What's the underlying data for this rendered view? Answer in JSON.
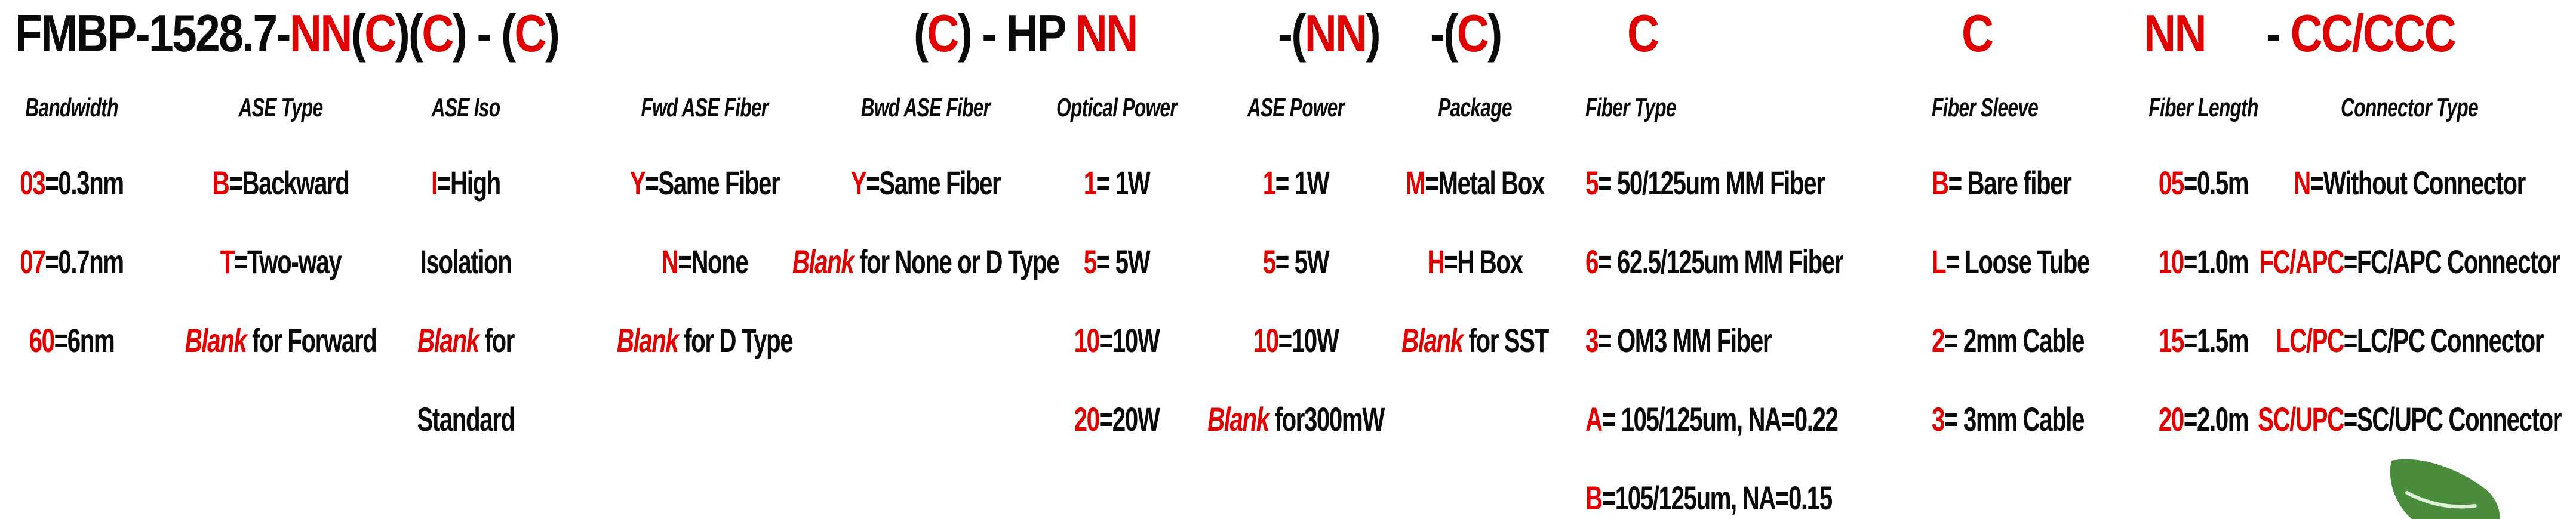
{
  "accent_color": "#e00000",
  "text_color": "#0a0a0a",
  "part_number": {
    "groups": [
      {
        "name": "base",
        "segments": [
          {
            "t": "FMBP-1528.7-"
          },
          {
            "t": "NN",
            "c": "red"
          },
          {
            "t": "("
          },
          {
            "t": "C",
            "c": "red"
          },
          {
            "t": ")("
          },
          {
            "t": "C",
            "c": "red"
          },
          {
            "t": ") - ("
          },
          {
            "t": "C",
            "c": "red"
          },
          {
            "t": ")"
          }
        ]
      },
      {
        "name": "bwd-ase-and-optical-power",
        "segments": [
          {
            "t": "("
          },
          {
            "t": "C",
            "c": "red"
          },
          {
            "t": ") - HP "
          },
          {
            "t": "NN",
            "c": "red"
          }
        ]
      },
      {
        "name": "ase-power",
        "segments": [
          {
            "t": "-("
          },
          {
            "t": "NN",
            "c": "red"
          },
          {
            "t": ")"
          }
        ]
      },
      {
        "name": "package",
        "segments": [
          {
            "t": "-("
          },
          {
            "t": "C",
            "c": "red"
          },
          {
            "t": ")"
          }
        ]
      },
      {
        "name": "fiber-type",
        "segments": [
          {
            "t": "C",
            "c": "red"
          }
        ]
      },
      {
        "name": "fiber-sleeve",
        "segments": [
          {
            "t": "C",
            "c": "red"
          }
        ]
      },
      {
        "name": "fiber-length",
        "segments": [
          {
            "t": "NN",
            "c": "red"
          }
        ]
      },
      {
        "name": "connector-type",
        "segments": [
          {
            "t": "- "
          },
          {
            "t": "CC/CCC",
            "c": "red"
          }
        ]
      }
    ]
  },
  "columns": [
    {
      "header": "Bandwidth",
      "items": [
        {
          "segments": [
            {
              "t": "03",
              "c": "red"
            },
            {
              "t": "=0.3nm"
            }
          ]
        },
        {
          "segments": [
            {
              "t": "07",
              "c": "red"
            },
            {
              "t": "=0.7nm"
            }
          ]
        },
        {
          "segments": [
            {
              "t": "60",
              "c": "red"
            },
            {
              "t": "=6nm"
            }
          ]
        }
      ]
    },
    {
      "header": "ASE Type",
      "items": [
        {
          "segments": [
            {
              "t": "B",
              "c": "red"
            },
            {
              "t": "=Backward"
            }
          ]
        },
        {
          "segments": [
            {
              "t": "T",
              "c": "red"
            },
            {
              "t": "=Two-way"
            }
          ]
        },
        {
          "segments": [
            {
              "t": "Blank",
              "c": "red",
              "i": true
            },
            {
              "t": " for Forward"
            }
          ]
        }
      ]
    },
    {
      "header": "ASE Iso",
      "items": [
        {
          "segments": [
            {
              "t": "I",
              "c": "red"
            },
            {
              "t": "=High"
            }
          ]
        },
        {
          "segments": [
            {
              "t": "Isolation"
            }
          ]
        },
        {
          "segments": [
            {
              "t": "Blank",
              "c": "red",
              "i": true
            },
            {
              "t": " for"
            }
          ]
        },
        {
          "segments": [
            {
              "t": "Standard"
            }
          ]
        }
      ]
    },
    {
      "header": "Fwd ASE Fiber",
      "items": [
        {
          "segments": [
            {
              "t": "Y",
              "c": "red"
            },
            {
              "t": "=Same Fiber"
            }
          ]
        },
        {
          "segments": [
            {
              "t": "N",
              "c": "red"
            },
            {
              "t": "=None"
            }
          ]
        },
        {
          "segments": [
            {
              "t": "Blank",
              "c": "red",
              "i": true
            },
            {
              "t": " for D Type"
            }
          ]
        }
      ]
    },
    {
      "header": "Bwd ASE Fiber",
      "items": [
        {
          "segments": [
            {
              "t": "Y",
              "c": "red"
            },
            {
              "t": "=Same Fiber"
            }
          ]
        },
        {
          "segments": [
            {
              "t": "Blank",
              "c": "red",
              "i": true
            },
            {
              "t": " for None or D Type"
            }
          ]
        }
      ]
    },
    {
      "header": "Optical Power",
      "items": [
        {
          "segments": [
            {
              "t": "1",
              "c": "red"
            },
            {
              "t": "= 1W"
            }
          ]
        },
        {
          "segments": [
            {
              "t": "5",
              "c": "red"
            },
            {
              "t": "= 5W"
            }
          ]
        },
        {
          "segments": [
            {
              "t": "10",
              "c": "red"
            },
            {
              "t": "=10W"
            }
          ]
        },
        {
          "segments": [
            {
              "t": "20",
              "c": "red"
            },
            {
              "t": "=20W"
            }
          ]
        }
      ]
    },
    {
      "header": "ASE Power",
      "items": [
        {
          "segments": [
            {
              "t": "1",
              "c": "red"
            },
            {
              "t": "= 1W"
            }
          ]
        },
        {
          "segments": [
            {
              "t": "5",
              "c": "red"
            },
            {
              "t": "= 5W"
            }
          ]
        },
        {
          "segments": [
            {
              "t": "10",
              "c": "red"
            },
            {
              "t": "=10W"
            }
          ]
        },
        {
          "segments": [
            {
              "t": "Blank",
              "c": "red",
              "i": true
            },
            {
              "t": " for300mW"
            }
          ]
        }
      ]
    },
    {
      "header": "Package",
      "items": [
        {
          "segments": [
            {
              "t": "M",
              "c": "red"
            },
            {
              "t": "=Metal Box"
            }
          ]
        },
        {
          "segments": [
            {
              "t": "H",
              "c": "red"
            },
            {
              "t": "=H Box"
            }
          ]
        },
        {
          "segments": [
            {
              "t": "Blank",
              "c": "red",
              "i": true
            },
            {
              "t": " for SST"
            }
          ]
        }
      ]
    },
    {
      "header": "Fiber Type",
      "items": [
        {
          "segments": [
            {
              "t": "5",
              "c": "red"
            },
            {
              "t": "= 50/125um MM Fiber"
            }
          ]
        },
        {
          "segments": [
            {
              "t": "6",
              "c": "red"
            },
            {
              "t": "= 62.5/125um MM Fiber"
            }
          ]
        },
        {
          "segments": [
            {
              "t": "3",
              "c": "red"
            },
            {
              "t": "= OM3 MM Fiber"
            }
          ]
        },
        {
          "segments": [
            {
              "t": "A",
              "c": "red"
            },
            {
              "t": "= 105/125um, NA=0.22"
            }
          ]
        },
        {
          "segments": [
            {
              "t": "B",
              "c": "red"
            },
            {
              "t": "=105/125um, NA=0.15"
            }
          ]
        }
      ]
    },
    {
      "header": "Fiber Sleeve",
      "items": [
        {
          "segments": [
            {
              "t": "B",
              "c": "red"
            },
            {
              "t": "= Bare fiber"
            }
          ]
        },
        {
          "segments": [
            {
              "t": "L",
              "c": "red"
            },
            {
              "t": "= Loose Tube"
            }
          ]
        },
        {
          "segments": [
            {
              "t": "2",
              "c": "red"
            },
            {
              "t": "= 2mm Cable"
            }
          ]
        },
        {
          "segments": [
            {
              "t": "3",
              "c": "red"
            },
            {
              "t": "= 3mm Cable"
            }
          ]
        }
      ]
    },
    {
      "header": "Fiber Length",
      "items": [
        {
          "segments": [
            {
              "t": "05",
              "c": "red"
            },
            {
              "t": "=0.5m"
            }
          ]
        },
        {
          "segments": [
            {
              "t": "10",
              "c": "red"
            },
            {
              "t": "=1.0m"
            }
          ]
        },
        {
          "segments": [
            {
              "t": "15",
              "c": "red"
            },
            {
              "t": "=1.5m"
            }
          ]
        },
        {
          "segments": [
            {
              "t": "20",
              "c": "red"
            },
            {
              "t": "=2.0m"
            }
          ]
        }
      ]
    },
    {
      "header": "Connector Type",
      "items": [
        {
          "segments": [
            {
              "t": "N",
              "c": "red"
            },
            {
              "t": "=Without Connector"
            }
          ]
        },
        {
          "segments": [
            {
              "t": "FC/APC",
              "c": "red"
            },
            {
              "t": "=FC/APC Connector"
            }
          ]
        },
        {
          "segments": [
            {
              "t": "LC/PC",
              "c": "red"
            },
            {
              "t": "=LC/PC Connector"
            }
          ]
        },
        {
          "segments": [
            {
              "t": "SC/UPC",
              "c": "red"
            },
            {
              "t": "=SC/UPC Connector"
            }
          ]
        }
      ]
    },
    {
      "header": "",
      "items": []
    }
  ],
  "icons": [
    {
      "name": "leaf-icon",
      "color": "#4a8c3c",
      "highlight": "#dff0d8"
    }
  ]
}
